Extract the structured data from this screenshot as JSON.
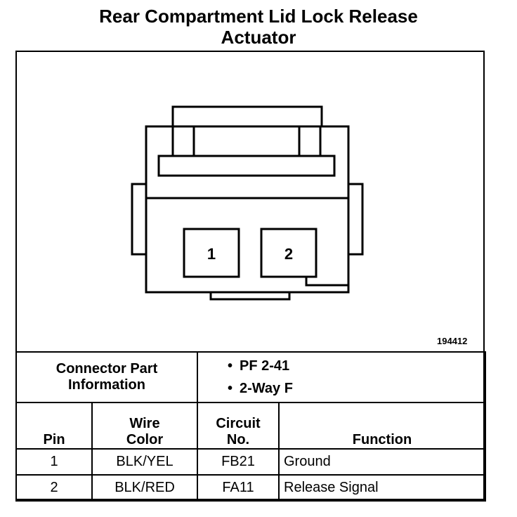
{
  "title_line1": "Rear Compartment Lid Lock Release",
  "title_line2": "Actuator",
  "figure_number": "194412",
  "connector": {
    "pin_labels": [
      "1",
      "2"
    ]
  },
  "connector_info": {
    "label_line1": "Connector Part",
    "label_line2": "Information",
    "items": [
      "PF 2-41",
      "2-Way F"
    ]
  },
  "table": {
    "headers": {
      "pin": "Pin",
      "wire_line1": "Wire",
      "wire_line2": "Color",
      "circuit_line1": "Circuit",
      "circuit_line2": "No.",
      "function": "Function"
    },
    "rows": [
      {
        "pin": "1",
        "wire": "BLK/YEL",
        "circuit": "FB21",
        "function": "Ground"
      },
      {
        "pin": "2",
        "wire": "BLK/RED",
        "circuit": "FA11",
        "function": "Release Signal"
      }
    ]
  }
}
